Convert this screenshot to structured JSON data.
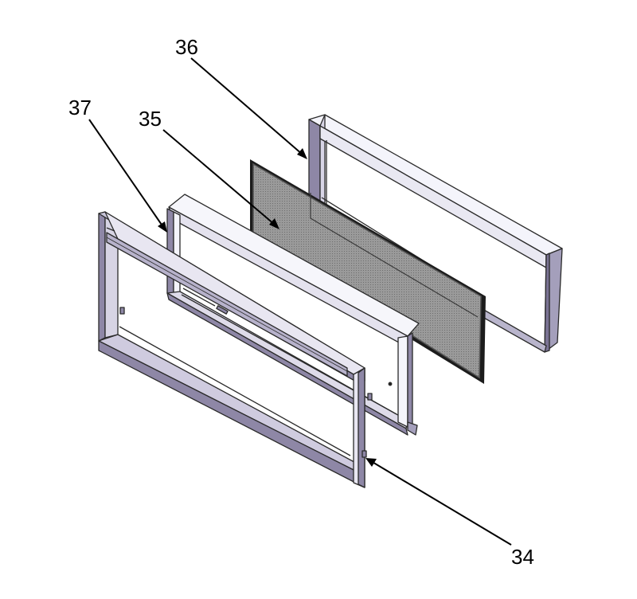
{
  "callouts": {
    "c36": "36",
    "c37": "37",
    "c35": "35",
    "c34": "34"
  },
  "colors": {
    "frame_face": "#f4f4fb",
    "frame_side": "#8e87a6",
    "frame_edge": "#2a2a2a",
    "mesh": "#8c8c8c",
    "mesh_border": "#1c1c1c"
  }
}
